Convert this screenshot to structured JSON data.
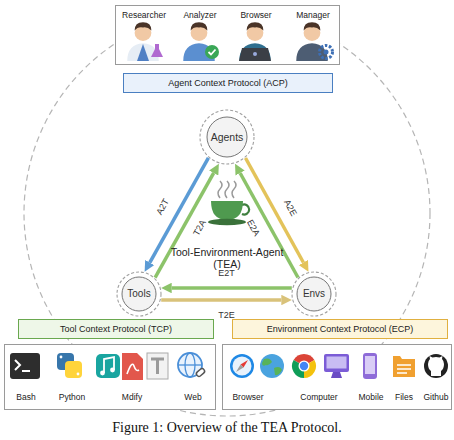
{
  "diagram": {
    "caption": "Figure 1: Overview of the TEA Protocol.",
    "nodes": [
      {
        "text": [
          "Researcher",
          "Analyzer",
          "Browser",
          "Manager"
        ]
      },
      {
        "text": [
          "Agent Context Protocol (ACP)"
        ]
      },
      {
        "text": [
          "Agents"
        ]
      },
      {
        "text": [
          "Tools"
        ]
      },
      {
        "text": [
          "Envs"
        ]
      },
      {
        "text": [
          "Tool Context Protocol (TCP)"
        ]
      },
      {
        "text": [
          "Bash",
          "Python",
          "Mdify",
          "Web"
        ]
      },
      {
        "text": [
          "Environment Context Protocol (ECP)"
        ]
      },
      {
        "text": [
          "Browser",
          "Computer",
          "Mobile",
          "Files",
          "Github"
        ]
      }
    ],
    "edges": [
      {
        "from": 2,
        "to": 3,
        "label": "A2T",
        "arrow": "to"
      },
      {
        "from": 3,
        "to": 2,
        "label": "T2A",
        "arrow": "to"
      },
      {
        "from": 2,
        "to": 4,
        "label": "A2E",
        "arrow": "to"
      },
      {
        "from": 4,
        "to": 2,
        "label": "E2A",
        "arrow": "to"
      },
      {
        "from": 4,
        "to": 3,
        "label": "E2T",
        "arrow": "to"
      },
      {
        "from": 3,
        "to": 4,
        "label": "T2E",
        "arrow": "to"
      }
    ],
    "labels": [
      "Tool-Environment-Agent (TEA)"
    ]
  }
}
